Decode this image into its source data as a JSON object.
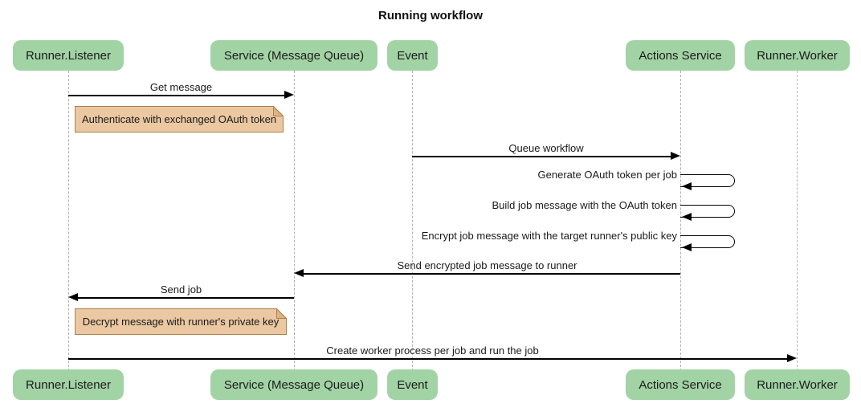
{
  "diagram": {
    "type": "sequence",
    "title": "Running workflow"
  },
  "participants": [
    {
      "label": "Runner.Listener"
    },
    {
      "label": "Service (Message Queue)"
    },
    {
      "label": "Event"
    },
    {
      "label": "Actions Service"
    },
    {
      "label": "Runner.Worker"
    }
  ],
  "messages": [
    {
      "label": "Get message",
      "from": "Runner.Listener",
      "to": "Service (Message Queue)",
      "kind": "arrow"
    },
    {
      "label": "Queue workflow",
      "from": "Event",
      "to": "Actions Service",
      "kind": "arrow"
    },
    {
      "label": "Generate OAuth token per job",
      "from": "Actions Service",
      "to": "Actions Service",
      "kind": "self-loop"
    },
    {
      "label": "Build job message with the OAuth token",
      "from": "Actions Service",
      "to": "Actions Service",
      "kind": "self-loop"
    },
    {
      "label": "Encrypt job message with the target runner's public key",
      "from": "Actions Service",
      "to": "Actions Service",
      "kind": "self-loop"
    },
    {
      "label": "Send encrypted job message to runner",
      "from": "Actions Service",
      "to": "Service (Message Queue)",
      "kind": "arrow"
    },
    {
      "label": "Send job",
      "from": "Service (Message Queue)",
      "to": "Runner.Listener",
      "kind": "arrow"
    },
    {
      "label": "Create worker process per job and run the job",
      "from": "Runner.Listener",
      "to": "Runner.Worker",
      "kind": "arrow"
    }
  ],
  "notes": [
    {
      "text": "Authenticate with exchanged OAuth token",
      "over": "Runner.Listener"
    },
    {
      "text": "Decrypt message with runner's private key",
      "over": "Runner.Listener"
    }
  ],
  "colors": {
    "actor_fill": "#a2d3a5",
    "note_fill": "#ebc8a2",
    "note_border": "#a9824d",
    "note_fold": "#ddb285",
    "message_line": "#000000",
    "lifeline": "#b0b0b0",
    "background": "#ffffff"
  }
}
